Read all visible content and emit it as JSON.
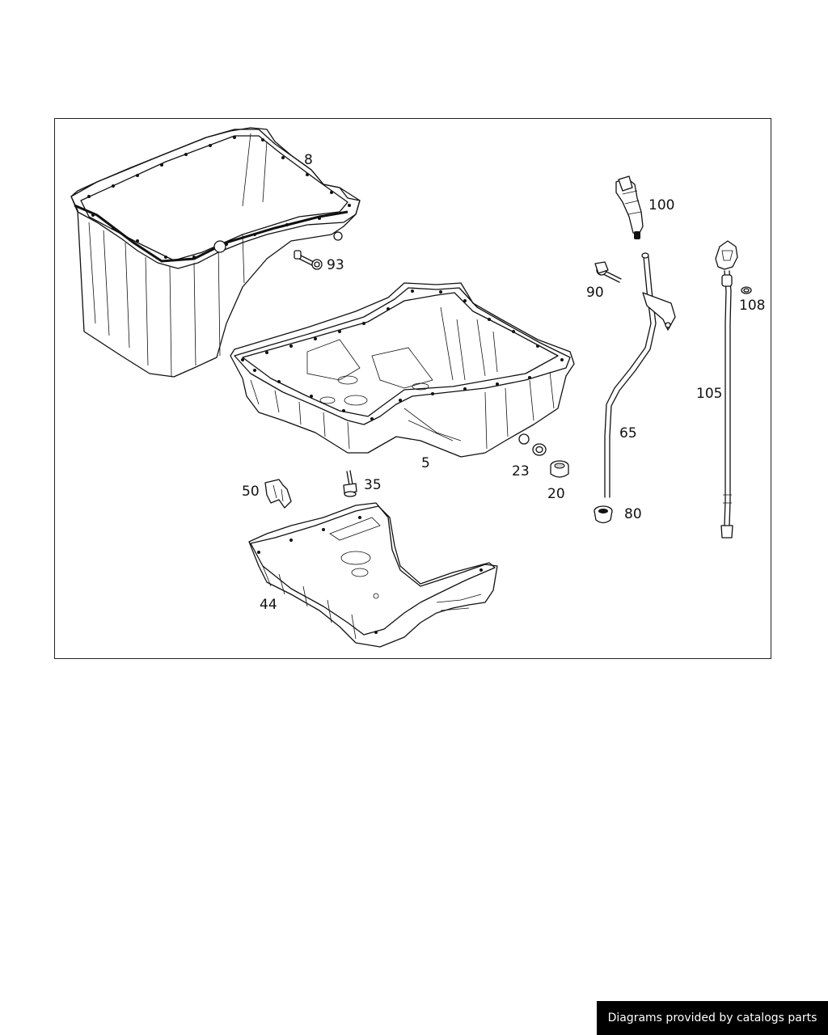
{
  "diagram": {
    "labels": {
      "p5": "5",
      "p8": "8",
      "p20": "20",
      "p23": "23",
      "p35": "35",
      "p44": "44",
      "p50": "50",
      "p65": "65",
      "p80": "80",
      "p90": "90",
      "p93": "93",
      "p100": "100",
      "p105": "105",
      "p108": "108"
    }
  },
  "footer": {
    "text": "Diagrams provided by catalogs parts"
  }
}
